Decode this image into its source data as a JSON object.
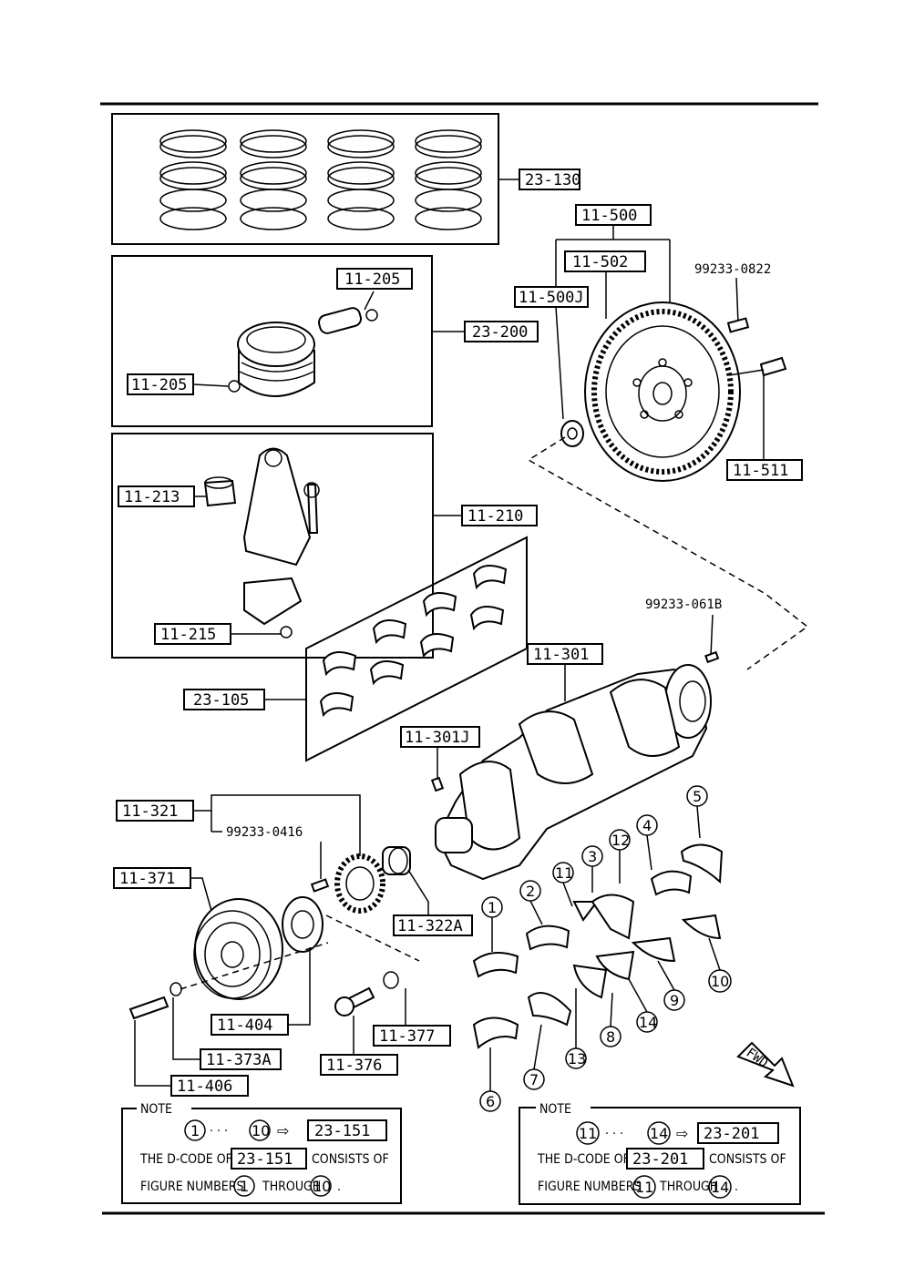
{
  "labels": {
    "l23_130": "23-130",
    "l11_500": "11-500",
    "l11_502": "11-502",
    "l99233_0822": "99233-0822",
    "l11_500J": "11-500J",
    "l11_205_top": "11-205",
    "l23_200": "23-200",
    "l11_205_left": "11-205",
    "l11_511": "11-511",
    "l11_213": "11-213",
    "l11_210": "11-210",
    "l99233_061B": "99233-061B",
    "l11_215": "11-215",
    "l11_301": "11-301",
    "l23_105": "23-105",
    "l11_301J": "11-301J",
    "l11_321": "11-321",
    "l99233_0416": "99233-0416",
    "l11_371": "11-371",
    "l11_322A": "11-322A",
    "l11_404": "11-404",
    "l11_377": "11-377",
    "l11_373A": "11-373A",
    "l11_376": "11-376",
    "l11_406": "11-406",
    "fwd": "FWD"
  },
  "callouts": [
    "1",
    "2",
    "3",
    "4",
    "5",
    "6",
    "7",
    "8",
    "9",
    "10",
    "11",
    "12",
    "13",
    "14"
  ],
  "note_left": {
    "title": "NOTE",
    "range_from": "1",
    "range_to": "10",
    "dots": "· · ·",
    "arrow": "⇨",
    "code": "23-151",
    "line2_pre": "THE D-CODE OF",
    "line2_post": "CONSISTS OF",
    "line3_pre": "FIGURE NUMBERS",
    "line3_mid": "THROUGH",
    "line3_end": "."
  },
  "note_right": {
    "title": "NOTE",
    "range_from": "11",
    "range_to": "14",
    "dots": "· · ·",
    "arrow": "⇨",
    "code": "23-201",
    "line2_pre": "THE D-CODE OF",
    "line2_post": "CONSISTS OF",
    "line3_pre": "FIGURE NUMBERS",
    "line3_mid": "THROUGH",
    "line3_end": "."
  }
}
